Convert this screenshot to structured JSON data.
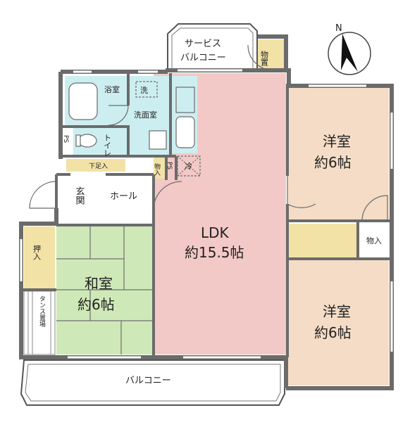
{
  "floorplan": {
    "rooms": {
      "ldk": {
        "name": "LDK",
        "size": "約15.5帖"
      },
      "western_upper": {
        "name": "洋室",
        "size": "約6帖"
      },
      "western_lower": {
        "name": "洋室",
        "size": "約6帖"
      },
      "japanese": {
        "name": "和室",
        "size": "約6帖"
      },
      "service_balcony": {
        "line1": "サービス",
        "line2": "バルコニー"
      },
      "storage_top": "物置",
      "bathroom": "浴室",
      "washer": "洗",
      "washroom": "洗面室",
      "toilet": "トイレ",
      "ps_left": "PS",
      "ps_right": "PS",
      "shoe_storage": "下足入",
      "closet_hall": "物入",
      "fridge": "冷",
      "entrance": "玄関",
      "hall": "ホール",
      "oshiire": "押入",
      "tansu": "タンス置場",
      "closet_west": "物入",
      "balcony": "バルコニー"
    },
    "compass": {
      "label": "N"
    },
    "colors": {
      "ldk": "#f2c9c6",
      "western": "#f4dcc6",
      "japanese": "#cfe8b8",
      "storage": "#f2e2a6",
      "wet_area": "#cdeef0",
      "wall": "#6b6b6b",
      "background": "#ffffff"
    }
  }
}
